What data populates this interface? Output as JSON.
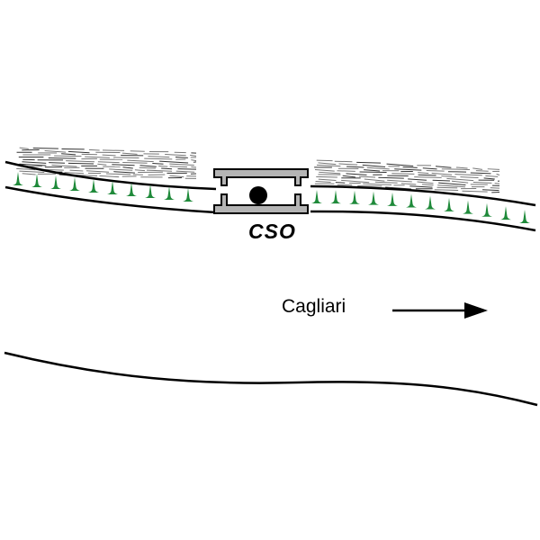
{
  "diagram": {
    "structure_label": "CSO",
    "direction_label": "Cagliari",
    "direction_arrow": "arrow-right",
    "colors": {
      "line": "#000000",
      "structure_fill": "#b4b4b4",
      "vegetation": "#1f8a3a",
      "hatching": "#555555"
    },
    "left_marker_count": 10,
    "right_marker_count": 12
  }
}
